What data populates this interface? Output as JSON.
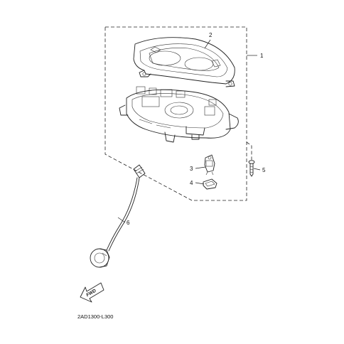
{
  "callouts": [
    {
      "id": "1",
      "label": "1"
    },
    {
      "id": "2",
      "label": "2"
    },
    {
      "id": "3",
      "label": "3"
    },
    {
      "id": "4",
      "label": "4"
    },
    {
      "id": "5",
      "label": "5"
    },
    {
      "id": "6",
      "label": "6"
    }
  ],
  "direction_arrow": {
    "label": "FWD"
  },
  "diagram_code": "2AD1300-L300",
  "colors": {
    "line": "#222222",
    "background": "#ffffff"
  }
}
